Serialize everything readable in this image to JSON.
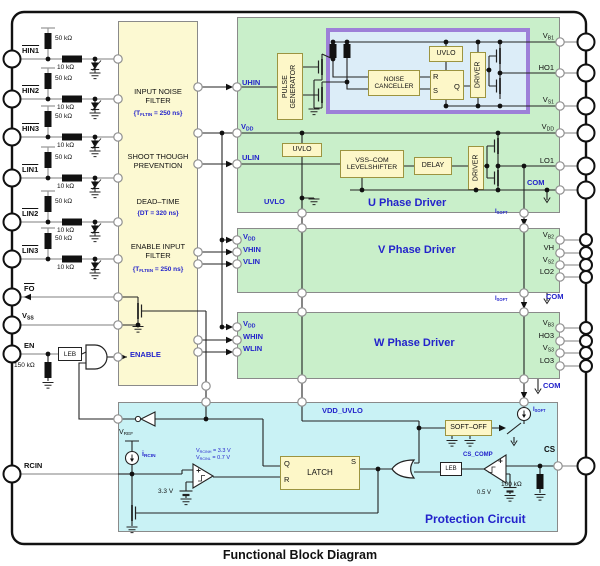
{
  "title": "Functional Block Diagram",
  "colors": {
    "block_green": "#c9efca",
    "block_yellow": "#fcf9d2",
    "block_cyan": "#c9f2f5",
    "inner_blue": "#dcedf8",
    "purple_border": "#9d80d8",
    "component_fill": "#fdf7c8",
    "accent_blue": "#2323cb"
  },
  "left_pins": {
    "hin1": "HIN1",
    "hin2": "HIN2",
    "hin3": "HIN3",
    "lin1": "LIN1",
    "lin2": "LIN2",
    "lin3": "LIN3",
    "fo": "FO",
    "vss_base": "V",
    "vss_sub": "SS",
    "en": "EN",
    "rcin": "RCIN"
  },
  "values": {
    "r_pullup": "50 kΩ",
    "r_series": "10 kΩ",
    "r_en": "150 kΩ",
    "r_cs": "100 kΩ",
    "v_batt_rcin": "3.3 V",
    "v_batt_cs": "0.5 V"
  },
  "filter_block": {
    "input_noise": "INPUT NOISE\nFILTER",
    "input_noise_param_pre": "{T",
    "input_noise_param_sub": "FLTIN",
    "input_noise_param_post": " = 250 ns}",
    "shoot": "SHOOT THOUGH\nPREVENTION",
    "deadtime": "DEAD–TIME",
    "deadtime_param": "{DT = 320 ns}",
    "enable_filter": "ENABLE INPUT\nFILTER",
    "enable_param_pre": "{T",
    "enable_param_sub": "FLTEN",
    "enable_param_post": " = 250 ns}",
    "enable_signal": "ENABLE"
  },
  "en_chain": {
    "leb": "LEB"
  },
  "u_phase": {
    "title": "U Phase Driver",
    "uhin": "UHIN",
    "ulin": "ULIN",
    "vdd_base": "V",
    "vdd_sub": "DD",
    "pulse_generator": "PULSE\nGENERATOR",
    "uvlo": "UVLO",
    "noise_canceller": "NOISE\nCANCELLER",
    "r": "R",
    "s": "S",
    "q": "Q",
    "driver": "DRIVER",
    "levelshifter": "VSS–COM\nLEVELSHIFTER",
    "delay": "DELAY",
    "uvlo_signal": "UVLO"
  },
  "v_phase": {
    "title": "V  Phase  Driver",
    "vhin": "VHIN",
    "vlin": "VLIN"
  },
  "w_phase": {
    "title": "W Phase Driver",
    "whin": "WHIN",
    "wlin": "WLIN"
  },
  "isoft": {
    "base": "I",
    "sub": "SOFT"
  },
  "com": "COM",
  "right_pins": {
    "vb1_base": "V",
    "vb1_sub": "B1",
    "ho1": "HO1",
    "vs1_base": "V",
    "vs1_sub": "S1",
    "vdd_base": "V",
    "vdd_sub": "DD",
    "lo1": "LO1",
    "com": "COM",
    "vb2_base": "V",
    "vb2_sub": "B2",
    "vh": "VH",
    "vs2_base": "V",
    "vs2_sub": "S2",
    "lo2": "LO2",
    "vb3_base": "V",
    "vb3_sub": "B3",
    "ho3": "HO3",
    "vs3_base": "V",
    "vs3_sub": "S3",
    "lo3": "LO3",
    "cs": "CS"
  },
  "protection": {
    "title": "Protection Circuit",
    "vdd_uvlo": "VDD_UVLO",
    "soft_off": "SOFT–OFF",
    "latch": "LATCH",
    "q": "Q",
    "r": "R",
    "s": "S",
    "leb": "LEB",
    "cs_comp": "CS_COMP",
    "vref_base": "V",
    "vref_sub": "REF",
    "ircin_base": "i",
    "ircin_sub": "RCIN",
    "th1_pre": "V",
    "th1_sub": "RCINH",
    "th1_post": " = 3.3 V",
    "th2_pre": "V",
    "th2_sub": "RCINL",
    "th2_post": " = 0.7 V"
  }
}
